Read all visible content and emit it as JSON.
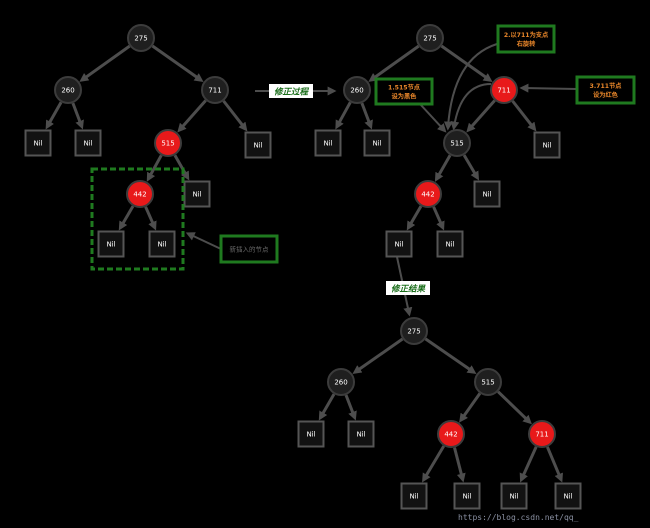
{
  "nil": "Nil",
  "before": {
    "n275": {
      "label": "275",
      "fill": "#1f1f1f"
    },
    "n260": {
      "label": "260",
      "fill": "#1f1f1f"
    },
    "n711": {
      "label": "711",
      "fill": "#1f1f1f"
    },
    "n515": {
      "label": "515",
      "fill": "#e8191a"
    },
    "n442": {
      "label": "442",
      "fill": "#e8191a"
    },
    "note": "新插入的节点"
  },
  "process": {
    "caption": "修正过程"
  },
  "during": {
    "n275": {
      "label": "275",
      "fill": "#1f1f1f"
    },
    "n260": {
      "label": "260",
      "fill": "#1f1f1f"
    },
    "n711": {
      "label": "711",
      "fill": "#e8191a"
    },
    "n515": {
      "label": "515",
      "fill": "#1f1f1f"
    },
    "n442": {
      "label": "442",
      "fill": "#e8191a"
    },
    "step1": {
      "line1": "1.515节点",
      "line2": "设为黑色"
    },
    "step2": {
      "line1": "2.以711为支点",
      "line2": "右旋转"
    },
    "step3": {
      "line1": "3.711节点",
      "line2": "设为红色"
    }
  },
  "result": {
    "caption": "修正结果"
  },
  "after": {
    "n275": {
      "label": "275",
      "fill": "#1f1f1f"
    },
    "n260": {
      "label": "260",
      "fill": "#1f1f1f"
    },
    "n515": {
      "label": "515",
      "fill": "#1f1f1f"
    },
    "n442": {
      "label": "442",
      "fill": "#e8191a"
    },
    "n711": {
      "label": "711",
      "fill": "#e8191a"
    }
  },
  "watermark": "https://blog.csdn.net/qq_"
}
